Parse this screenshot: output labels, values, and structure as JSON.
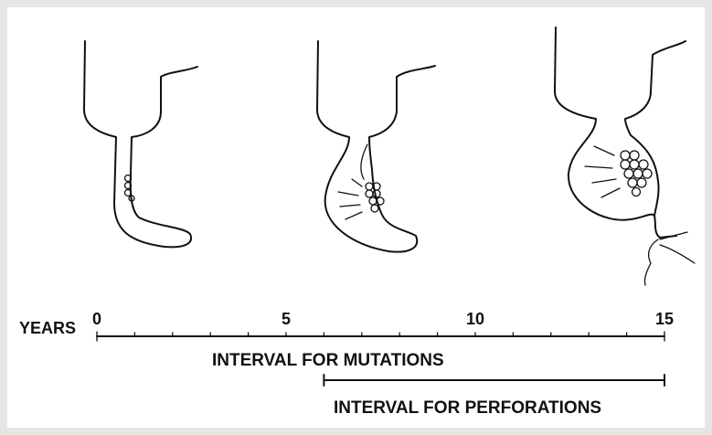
{
  "timeline": {
    "axis_label": "YEARS",
    "tick_labels": [
      {
        "year": 0,
        "text": "0"
      },
      {
        "year": 5,
        "text": "5"
      },
      {
        "year": 10,
        "text": "10"
      },
      {
        "year": 15,
        "text": "15"
      }
    ],
    "range": [
      0,
      15
    ],
    "minor_tick_every": 1
  },
  "intervals": [
    {
      "label": "INTERVAL FOR MUTATIONS",
      "start_year": 0,
      "end_year": 15
    },
    {
      "label": "INTERVAL FOR PERFORATIONS",
      "start_year": 6,
      "end_year": 15
    }
  ],
  "stages": [
    {
      "name": "early"
    },
    {
      "name": "intermediate"
    },
    {
      "name": "advanced-perforated"
    }
  ]
}
